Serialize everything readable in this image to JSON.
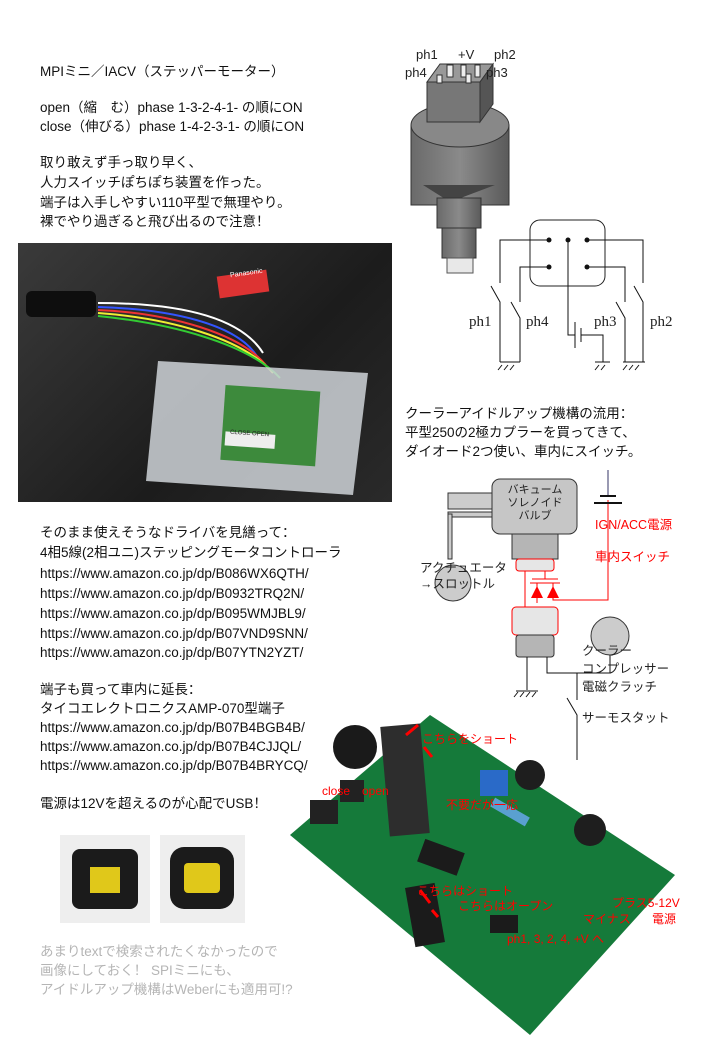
{
  "intro": {
    "title": "MPIミニ／IACV（ステッパーモーター）",
    "open_line": "open（縮　む）phase 1-3-2-4-1- の順にON",
    "close_line": "close（伸びる）phase 1-4-2-3-1- の順にON",
    "notes": [
      "取り敢えず手っ取り早く、",
      "人力スイッチぽちぽち装置を作った。",
      "端子は入手しやすい110平型で無理やり。",
      "裸でやり過ぎると飛び出るので注意！"
    ]
  },
  "motor_diagram": {
    "pins_top": [
      "ph1",
      "+V",
      "ph2"
    ],
    "pins_side": [
      "ph4",
      "ph3"
    ],
    "switch_labels": [
      "ph1",
      "ph4",
      "ph3",
      "ph2"
    ]
  },
  "photo1": {
    "battery_label": "Panasonic",
    "board_label": "CLOSE OPEN"
  },
  "cooler": {
    "text": [
      "クーラーアイドルアップ機構の流用：",
      "平型250の2極カプラーを買ってきて、",
      "ダイオード2つ使い、車内にスイッチ。"
    ],
    "valve": [
      "バキューム",
      "ソレノイド",
      "バルブ"
    ],
    "actuator": [
      "アクチュエータ",
      "→スロットル"
    ],
    "ign": "IGN/ACC電源",
    "switch": "車内スイッチ",
    "compressor": [
      "クーラー",
      "コンプレッサー",
      "電磁クラッチ"
    ],
    "thermostat": "サーモスタット"
  },
  "driver": {
    "heading": "そのまま使えそうなドライバを見繕って：",
    "subheading": "4相5線(2相ユニ)ステッピングモータコントローラ",
    "links": [
      "https://www.amazon.co.jp/dp/B086WX6QTH/",
      "https://www.amazon.co.jp/dp/B0932TRQ2N/",
      "https://www.amazon.co.jp/dp/B095WMJBL9/",
      "https://www.amazon.co.jp/dp/B07VND9SNN/",
      "https://www.amazon.co.jp/dp/B07YTN2YZT/"
    ]
  },
  "terminal": {
    "heading": "端子も買って車内に延長：",
    "subheading": "タイコエレクトロニクスAMP-070型端子",
    "links": [
      "https://www.amazon.co.jp/dp/B07B4BGB4B/",
      "https://www.amazon.co.jp/dp/B07B4CJJQL/",
      "https://www.amazon.co.jp/dp/B07B4BRYCQ/"
    ]
  },
  "power_note": "電源は12Vを超えるのが心配でUSB！",
  "pcb": {
    "short_here": "こちらをショート",
    "unneeded": "不要だが一応",
    "close": "close",
    "open": "open",
    "short2": "こちらはショート",
    "open2": "こちらはオープン",
    "plus": "プラス5-12V",
    "minus": "マイナス",
    "power": "電源",
    "phases": "ph1, 3, 2, 4, +V へ"
  },
  "footer": [
    "あまりtextで検索されたくなかったので",
    "画像にしておく！ SPIミニにも、",
    "アイドルアップ機構はWeberにも適用可!?"
  ]
}
